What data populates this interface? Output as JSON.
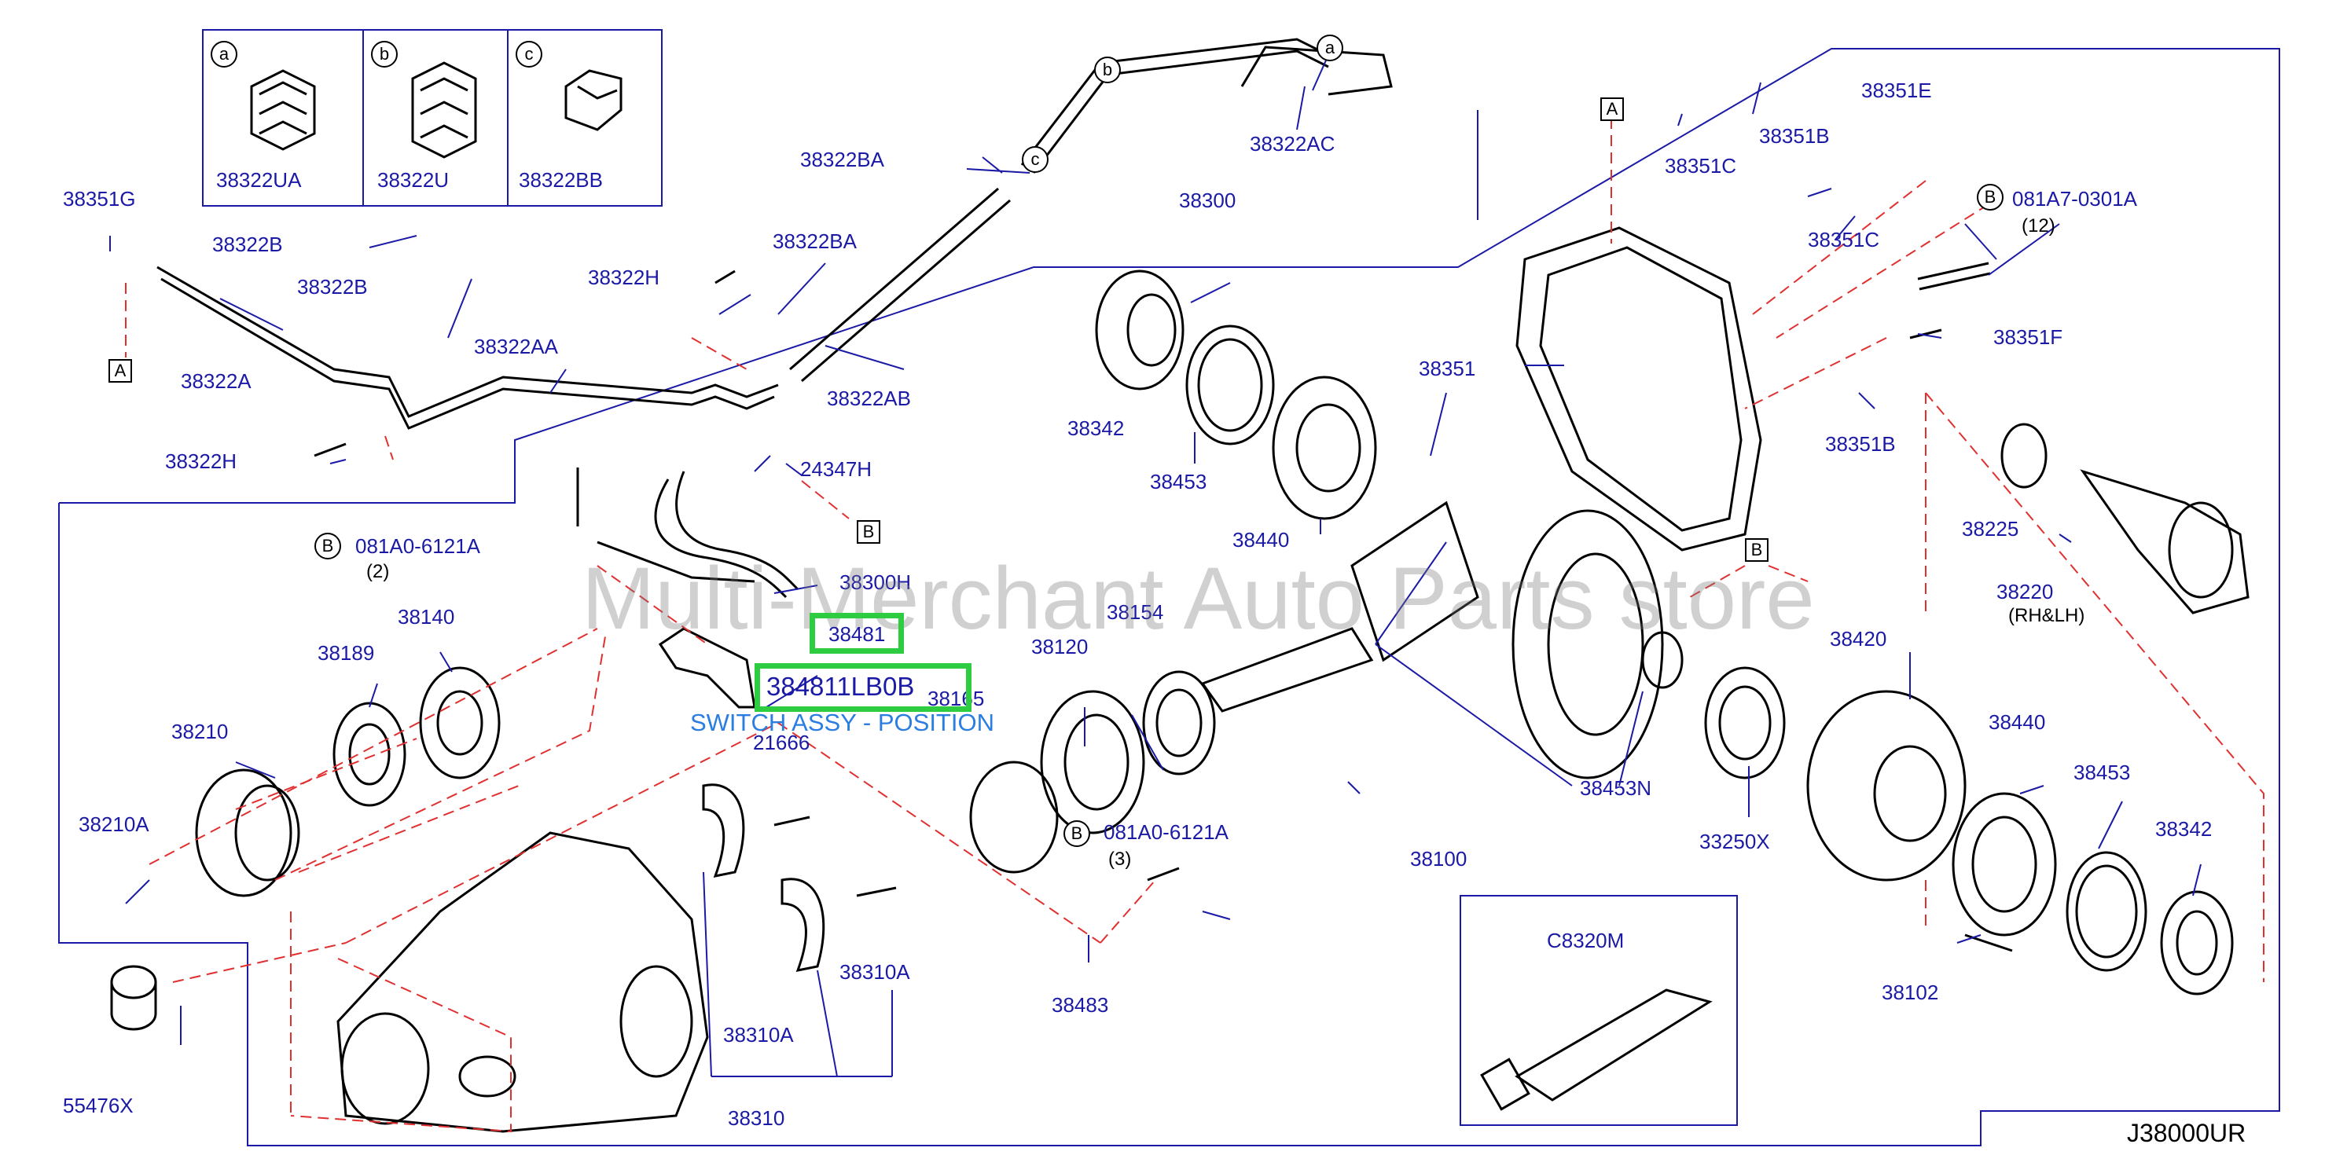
{
  "diagram_code": "J38000UR",
  "watermark": "Multi-Merchant Auto Parts store",
  "selected": {
    "part_number": "384811LB0B",
    "description": "SWITCH ASSY - POSITION",
    "highlight_color": "#2ecc40"
  },
  "insets": [
    {
      "tag": "a",
      "part": "38322UA"
    },
    {
      "tag": "b",
      "part": "38322U"
    },
    {
      "tag": "c",
      "part": "38322BB"
    }
  ],
  "tags": {
    "a": "a",
    "b": "b",
    "c": "c",
    "A": "A",
    "B": "B"
  },
  "labels": {
    "p38351G": "38351G",
    "p38322B_1": "38322B",
    "p38322B_2": "38322B",
    "p38322A": "38322A",
    "p38322H_1": "38322H",
    "p38322H_2": "38322H",
    "p38322AA": "38322AA",
    "p38322BA_1": "38322BA",
    "p38322BA_2": "38322BA",
    "p38322AB": "38322AB",
    "p38322AC": "38322AC",
    "p38300": "38300",
    "p38342_1": "38342",
    "p38453_1": "38453",
    "p38440_1": "38440",
    "p38351": "38351",
    "p38351C_1": "38351C",
    "p38351B_1": "38351B",
    "p38351E": "38351E",
    "p38351C_2": "38351C",
    "p081A7": "081A7-0301A",
    "q12": "(12)",
    "p38351F": "38351F",
    "p38351B_2": "38351B",
    "p38225": "38225",
    "p38220": "38220",
    "rhlh": "(RH&LH)",
    "p24347H": "24347H",
    "p38300H": "38300H",
    "p38481": "38481",
    "p081A0_1": "081A0-6121A",
    "q2": "(2)",
    "p38140": "38140",
    "p38189": "38189",
    "p38210": "38210",
    "p38210A": "38210A",
    "p55476X": "55476X",
    "p21666": "21666",
    "p38165": "38165",
    "p38120": "38120",
    "p38154": "38154",
    "p38100": "38100",
    "p38453N": "38453N",
    "p33250X": "33250X",
    "p38420": "38420",
    "p38440_2": "38440",
    "p38453_2": "38453",
    "p38342_2": "38342",
    "p38102": "38102",
    "p081A0_2": "081A0-6121A",
    "q3": "(3)",
    "p38483": "38483",
    "p38310A_1": "38310A",
    "p38310A_2": "38310A",
    "p38310": "38310",
    "pC8320M": "C8320M"
  },
  "colors": {
    "label_blue": "#1a1aa6",
    "leader_red": "#e03030",
    "outline": "#000000"
  }
}
